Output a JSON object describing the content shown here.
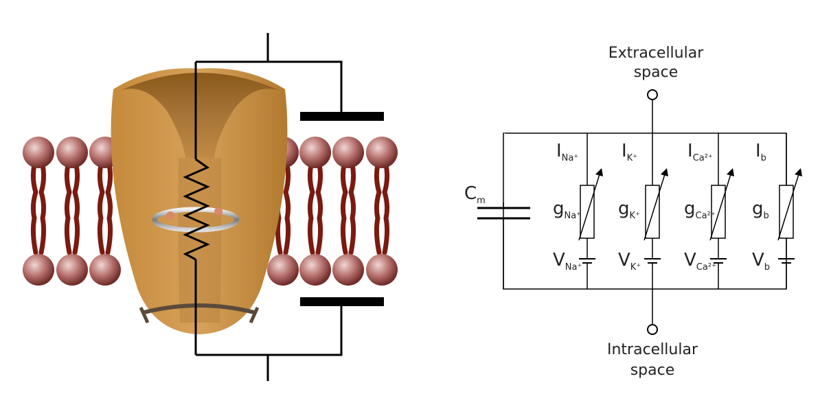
{
  "circuit": {
    "top_label_line1": "Extracellular",
    "top_label_line2": "space",
    "bottom_label_line1": "Intracellular",
    "bottom_label_line2": "space",
    "capacitor": {
      "symbol": "C",
      "sub": "m"
    },
    "branches": [
      {
        "current": "I",
        "current_sub": "Na⁺",
        "conductance": "g",
        "conductance_sub": "Na⁺",
        "reversal": "V",
        "reversal_sub": "Na⁺"
      },
      {
        "current": "I",
        "current_sub": "K⁺",
        "conductance": "g",
        "conductance_sub": "K⁺",
        "reversal": "V",
        "reversal_sub": "K⁺"
      },
      {
        "current": "I",
        "current_sub": "Ca²⁺",
        "conductance": "g",
        "conductance_sub": "Ca²⁺",
        "reversal": "V",
        "reversal_sub": "Ca²⁺"
      },
      {
        "current": "I",
        "current_sub": "b",
        "conductance": "g",
        "conductance_sub": "b",
        "reversal": "V",
        "reversal_sub": "b"
      }
    ]
  },
  "colors": {
    "channel": "#c8913f",
    "channel_dark": "#8a5a1a",
    "lipid_head": "#b5706c",
    "lipid_tail": "#7a1a10",
    "wire": "#000000"
  }
}
